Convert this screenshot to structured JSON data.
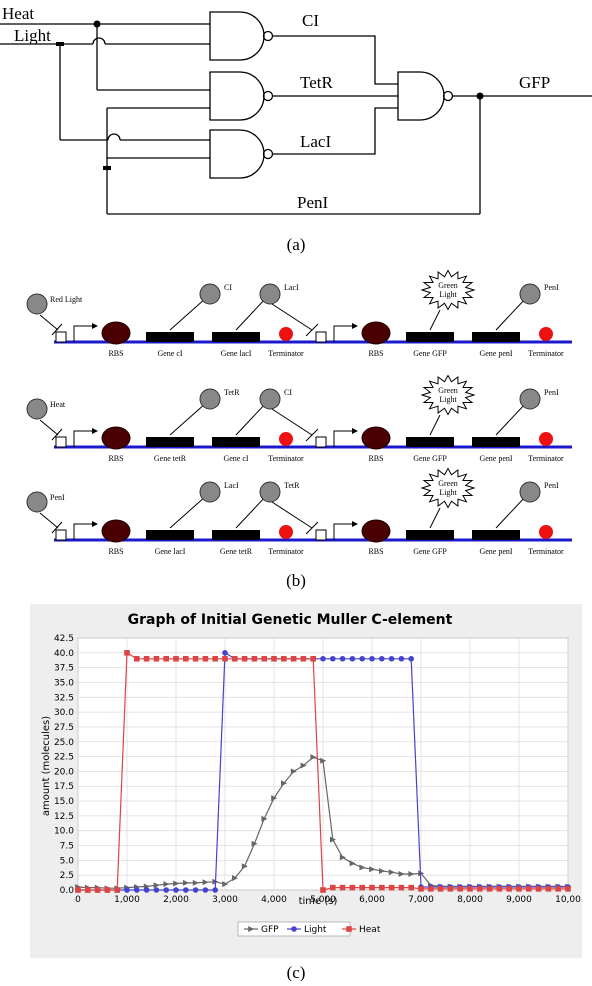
{
  "panel_a": {
    "inputs": {
      "heat": "Heat",
      "light": "Light"
    },
    "signals": {
      "ci": "CI",
      "tetr": "TetR",
      "laci": "LacI",
      "gfp": "GFP",
      "peni": "PenI"
    },
    "caption": "(a)"
  },
  "panel_b": {
    "rows": [
      {
        "inducer": "Red Light",
        "left": {
          "rbs": "RBS",
          "gene1": "Gene cI",
          "gene2": "Gene lacI",
          "terminator": "Terminator",
          "protein1": "CI",
          "protein2": "LacI"
        },
        "right": {
          "rbs": "RBS",
          "gene1": "Gene GFP",
          "gene2": "Gene penI",
          "terminator": "Terminator",
          "burst": "Green Light",
          "protein2": "PenI"
        }
      },
      {
        "inducer": "Heat",
        "left": {
          "rbs": "RBS",
          "gene1": "Gene tetR",
          "gene2": "Gene cI",
          "terminator": "Terminator",
          "protein1": "TetR",
          "protein2": "CI"
        },
        "right": {
          "rbs": "RBS",
          "gene1": "Gene GFP",
          "gene2": "Gene penI",
          "terminator": "Terminator",
          "burst": "Green Light",
          "protein2": "PenI"
        }
      },
      {
        "inducer": "PenI",
        "left": {
          "rbs": "RBS",
          "gene1": "Gene lacI",
          "gene2": "Gene tetR",
          "terminator": "Terminator",
          "protein1": "LacI",
          "protein2": "TetR"
        },
        "right": {
          "rbs": "RBS",
          "gene1": "Gene GFP",
          "gene2": "Gene penI",
          "terminator": "Terminator",
          "burst": "Green Light",
          "protein2": "PenI"
        }
      }
    ],
    "caption": "(b)"
  },
  "panel_c": {
    "caption": "(c)",
    "chart_data": {
      "type": "line",
      "title": "Graph of Initial Genetic Muller C-element",
      "xlabel": "time (s)",
      "ylabel": "amount (molecules)",
      "xlim": [
        0,
        10000
      ],
      "ylim": [
        0,
        42.5
      ],
      "xticks": [
        0,
        1000,
        2000,
        3000,
        4000,
        5000,
        6000,
        7000,
        8000,
        9000,
        10000
      ],
      "xtick_labels": [
        "0",
        "1,000",
        "2,000",
        "3,000",
        "4,000",
        "5,000",
        "6,000",
        "7,000",
        "8,000",
        "9,000",
        "10,00"
      ],
      "yticks": [
        0,
        2.5,
        5,
        7.5,
        10,
        12.5,
        15,
        17.5,
        20,
        22.5,
        25,
        27.5,
        30,
        32.5,
        35,
        37.5,
        40,
        42.5
      ],
      "ytick_labels": [
        "0.0",
        "2.5",
        "5.0",
        "7.5",
        "10.0",
        "12.5",
        "15.0",
        "17.5",
        "20.0",
        "22.5",
        "25.0",
        "27.5",
        "30.0",
        "32.5",
        "35.0",
        "37.5",
        "40.0",
        "42.5"
      ],
      "grid": true,
      "legend_position": "bottom",
      "series": [
        {
          "name": "GFP",
          "color": "#666666",
          "marker": "triangle",
          "points": [
            [
              0,
              0.5
            ],
            [
              200,
              0.4
            ],
            [
              400,
              0.4
            ],
            [
              600,
              0.3
            ],
            [
              800,
              0.3
            ],
            [
              1000,
              0.4
            ],
            [
              1200,
              0.5
            ],
            [
              1400,
              0.6
            ],
            [
              1600,
              0.8
            ],
            [
              1800,
              1.0
            ],
            [
              2000,
              1.1
            ],
            [
              2200,
              1.2
            ],
            [
              2400,
              1.2
            ],
            [
              2600,
              1.3
            ],
            [
              2800,
              1.4
            ],
            [
              3000,
              1.0
            ],
            [
              3200,
              2.0
            ],
            [
              3400,
              4.0
            ],
            [
              3600,
              7.8
            ],
            [
              3800,
              12.0
            ],
            [
              4000,
              15.5
            ],
            [
              4200,
              18.0
            ],
            [
              4400,
              20.0
            ],
            [
              4600,
              21.0
            ],
            [
              4800,
              22.4
            ],
            [
              5000,
              21.8
            ],
            [
              5200,
              8.5
            ],
            [
              5400,
              5.5
            ],
            [
              5600,
              4.5
            ],
            [
              5800,
              3.8
            ],
            [
              6000,
              3.5
            ],
            [
              6200,
              3.2
            ],
            [
              6400,
              3.0
            ],
            [
              6600,
              2.7
            ],
            [
              6800,
              2.7
            ],
            [
              7000,
              2.8
            ],
            [
              7200,
              0.8
            ],
            [
              7400,
              0.6
            ],
            [
              7600,
              0.6
            ],
            [
              7800,
              0.6
            ],
            [
              8000,
              0.6
            ],
            [
              8200,
              0.6
            ],
            [
              8400,
              0.6
            ],
            [
              8600,
              0.6
            ],
            [
              8800,
              0.6
            ],
            [
              9000,
              0.6
            ],
            [
              9200,
              0.6
            ],
            [
              9400,
              0.6
            ],
            [
              9600,
              0.6
            ],
            [
              9800,
              0.6
            ],
            [
              10000,
              0.6
            ]
          ]
        },
        {
          "name": "Light",
          "color": "#4444cc",
          "marker": "circle",
          "points": [
            [
              0,
              0
            ],
            [
              200,
              0
            ],
            [
              400,
              0
            ],
            [
              600,
              0
            ],
            [
              800,
              0
            ],
            [
              1000,
              0
            ],
            [
              1200,
              0
            ],
            [
              1400,
              0
            ],
            [
              1600,
              0
            ],
            [
              1800,
              0
            ],
            [
              2000,
              0
            ],
            [
              2200,
              0
            ],
            [
              2400,
              0
            ],
            [
              2600,
              0
            ],
            [
              2800,
              0
            ],
            [
              3000,
              40
            ],
            [
              3200,
              39
            ],
            [
              3400,
              39
            ],
            [
              3600,
              39
            ],
            [
              3800,
              39
            ],
            [
              4000,
              39
            ],
            [
              4200,
              39
            ],
            [
              4400,
              39
            ],
            [
              4600,
              39
            ],
            [
              4800,
              39
            ],
            [
              5000,
              39
            ],
            [
              5200,
              39
            ],
            [
              5400,
              39
            ],
            [
              5600,
              39
            ],
            [
              5800,
              39
            ],
            [
              6000,
              39
            ],
            [
              6200,
              39
            ],
            [
              6400,
              39
            ],
            [
              6600,
              39
            ],
            [
              6800,
              39
            ],
            [
              7000,
              0.5
            ],
            [
              7200,
              0.5
            ],
            [
              7400,
              0.5
            ],
            [
              7600,
              0.5
            ],
            [
              7800,
              0.5
            ],
            [
              8000,
              0.5
            ],
            [
              8200,
              0.5
            ],
            [
              8400,
              0.5
            ],
            [
              8600,
              0.5
            ],
            [
              8800,
              0.5
            ],
            [
              9000,
              0.5
            ],
            [
              9200,
              0.5
            ],
            [
              9400,
              0.5
            ],
            [
              9600,
              0.5
            ],
            [
              9800,
              0.5
            ],
            [
              10000,
              0.5
            ]
          ]
        },
        {
          "name": "Heat",
          "color": "#dd4444",
          "marker": "square",
          "points": [
            [
              0,
              0
            ],
            [
              200,
              0
            ],
            [
              400,
              0
            ],
            [
              600,
              0
            ],
            [
              800,
              0
            ],
            [
              1000,
              40
            ],
            [
              1200,
              39
            ],
            [
              1400,
              39
            ],
            [
              1600,
              39
            ],
            [
              1800,
              39
            ],
            [
              2000,
              39
            ],
            [
              2200,
              39
            ],
            [
              2400,
              39
            ],
            [
              2600,
              39
            ],
            [
              2800,
              39
            ],
            [
              3000,
              39
            ],
            [
              3200,
              39
            ],
            [
              3400,
              39
            ],
            [
              3600,
              39
            ],
            [
              3800,
              39
            ],
            [
              4000,
              39
            ],
            [
              4200,
              39
            ],
            [
              4400,
              39
            ],
            [
              4600,
              39
            ],
            [
              4800,
              39
            ],
            [
              5000,
              0
            ],
            [
              5200,
              0.4
            ],
            [
              5400,
              0.4
            ],
            [
              5600,
              0.4
            ],
            [
              5800,
              0.4
            ],
            [
              6000,
              0.4
            ],
            [
              6200,
              0.4
            ],
            [
              6400,
              0.4
            ],
            [
              6600,
              0.4
            ],
            [
              6800,
              0.4
            ],
            [
              7000,
              0.2
            ],
            [
              7200,
              0.2
            ],
            [
              7400,
              0.2
            ],
            [
              7600,
              0.2
            ],
            [
              7800,
              0.2
            ],
            [
              8000,
              0.2
            ],
            [
              8200,
              0.2
            ],
            [
              8400,
              0.2
            ],
            [
              8600,
              0.2
            ],
            [
              8800,
              0.2
            ],
            [
              9000,
              0.2
            ],
            [
              9200,
              0.2
            ],
            [
              9400,
              0.2
            ],
            [
              9600,
              0.2
            ],
            [
              9800,
              0.2
            ],
            [
              10000,
              0.2
            ]
          ]
        }
      ]
    }
  }
}
